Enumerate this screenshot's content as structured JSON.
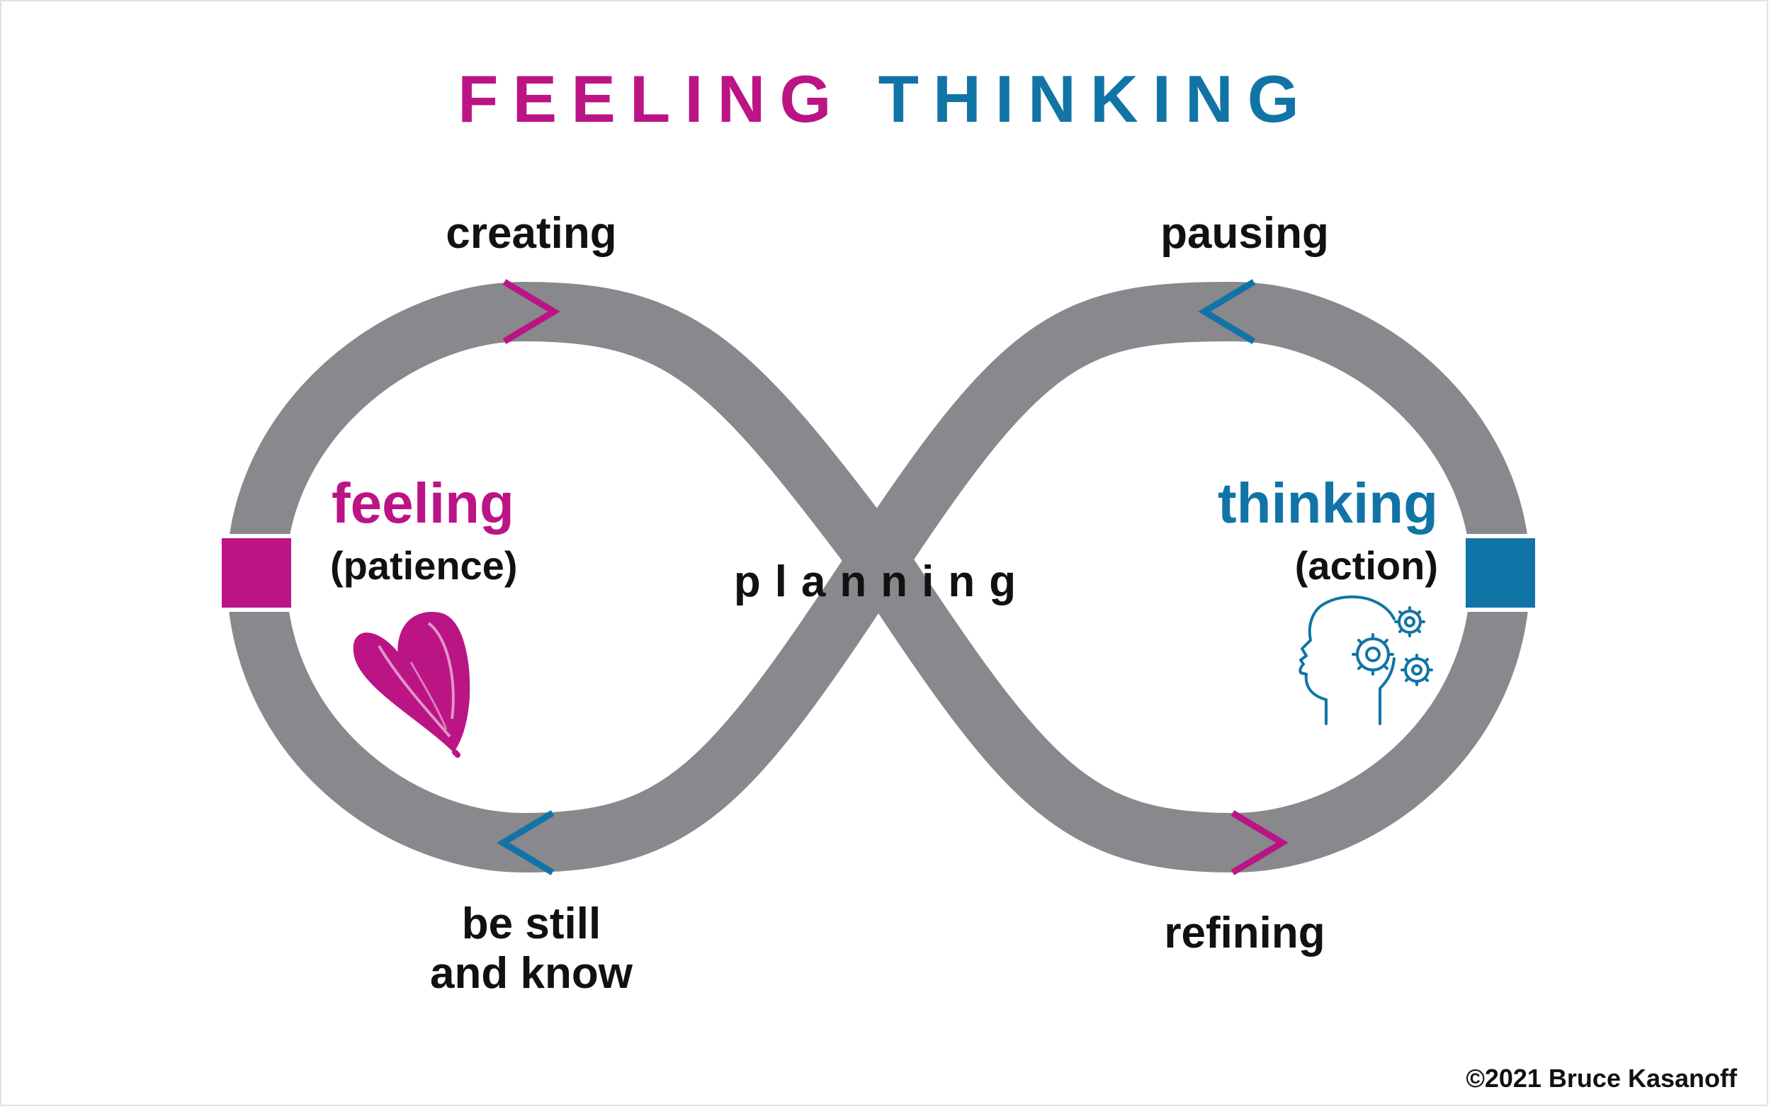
{
  "title": {
    "word_1": "FEELING",
    "word_2": "THINKING"
  },
  "loop_labels": {
    "top_left": "creating",
    "top_right": "pausing",
    "center": "planning",
    "bottom_left_line_1": "be still",
    "bottom_left_line_2": "and know",
    "bottom_right": "refining"
  },
  "left_panel": {
    "heading": "feeling",
    "subheading": "(patience)",
    "icon": "heart-icon"
  },
  "right_panel": {
    "heading": "thinking",
    "subheading": "(action)",
    "icon": "head-gears-icon"
  },
  "footer": {
    "copyright": "©2021 Bruce Kasanoff"
  },
  "colors": {
    "feeling": "#BA1485",
    "thinking": "#1174A6",
    "loop": "#88888D",
    "text": "#111111"
  }
}
